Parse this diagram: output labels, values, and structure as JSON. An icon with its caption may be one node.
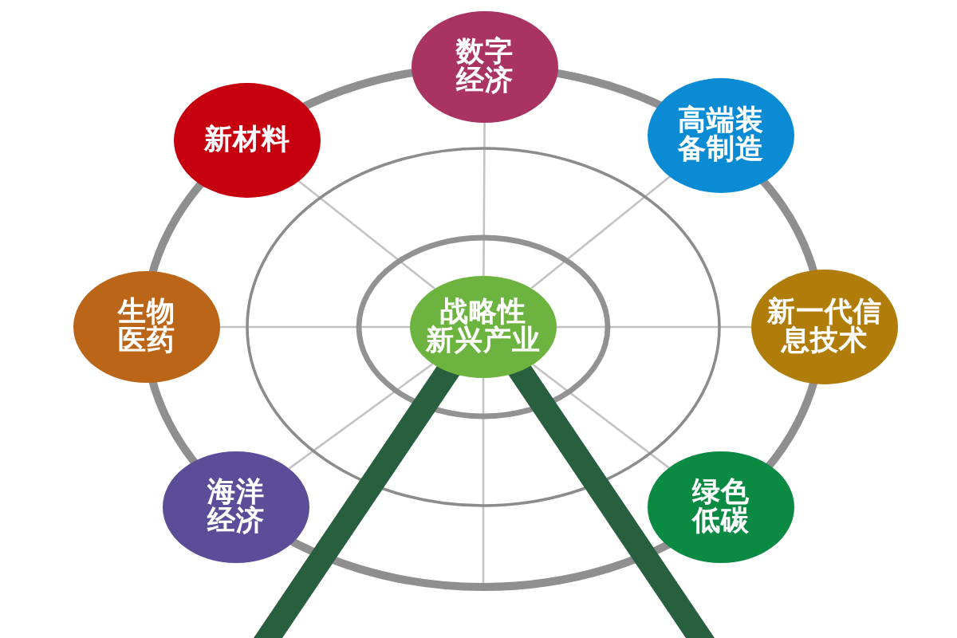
{
  "diagram": {
    "nodes": [
      {
        "text": [
          "数字经济"
        ]
      },
      {
        "text": [
          "新材料"
        ]
      },
      {
        "text": [
          "高端装备制造"
        ]
      },
      {
        "text": [
          "生物医药"
        ]
      },
      {
        "text": [
          "战略性新兴产业"
        ]
      },
      {
        "text": [
          "新一代信息技术"
        ]
      },
      {
        "text": [
          "海洋经济"
        ]
      },
      {
        "text": [
          "绿色低碳"
        ]
      }
    ],
    "edges": [
      {
        "from": 4,
        "to": 0,
        "arrow": "none"
      },
      {
        "from": 4,
        "to": 1,
        "arrow": "none"
      },
      {
        "from": 4,
        "to": 2,
        "arrow": "none"
      },
      {
        "from": 4,
        "to": 3,
        "arrow": "none"
      },
      {
        "from": 4,
        "to": 5,
        "arrow": "none"
      },
      {
        "from": 4,
        "to": 6,
        "arrow": "none"
      },
      {
        "from": 4,
        "to": 7,
        "arrow": "none"
      }
    ]
  }
}
